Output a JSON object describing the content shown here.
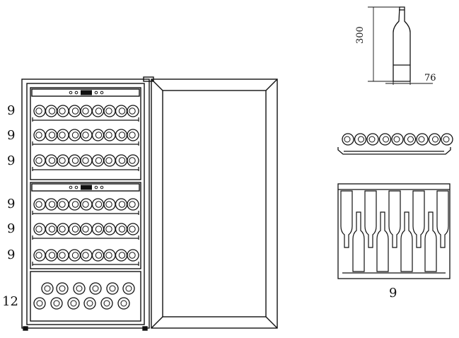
{
  "cooler": {
    "rows": [
      {
        "count_label": "9",
        "type": "shelf"
      },
      {
        "count_label": "9",
        "type": "shelf"
      },
      {
        "count_label": "9",
        "type": "shelf"
      },
      {
        "count_label": "9",
        "type": "shelf"
      },
      {
        "count_label": "9",
        "type": "shelf"
      },
      {
        "count_label": "9",
        "type": "shelf"
      },
      {
        "count_label": "12",
        "type": "base"
      }
    ]
  },
  "bottle": {
    "height_label": "300",
    "diameter_label": "76"
  },
  "rack_front": {
    "count_label": "9"
  },
  "colors": {
    "line": "#111111",
    "fill": "#ffffff"
  }
}
